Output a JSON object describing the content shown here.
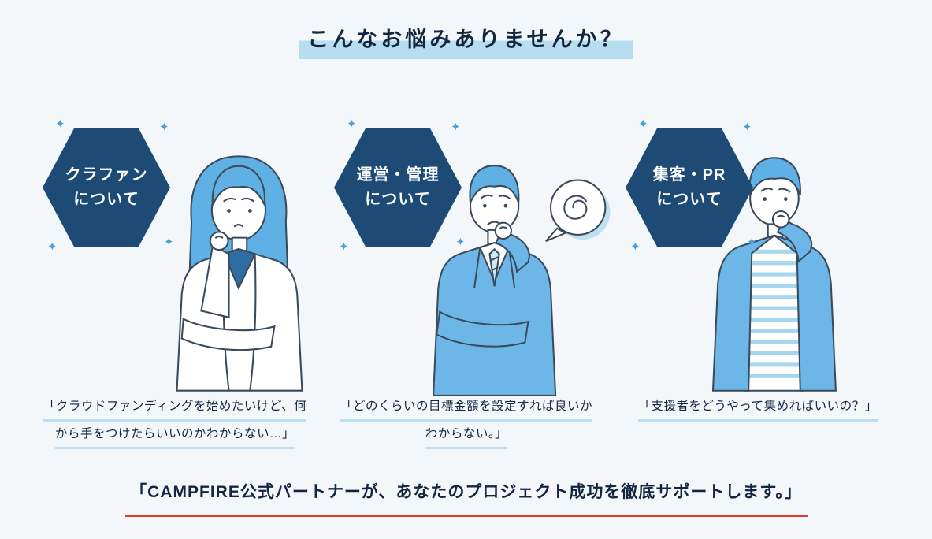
{
  "page": {
    "title": "こんなお悩みありませんか？",
    "footer_text": "「CAMPFIRE公式パートナーが、あなたのプロジェクト成功を徹底サポートします。」"
  },
  "icons": {
    "sparkle": "✦"
  },
  "colors": {
    "background": "#f3f7fa",
    "title_highlight": "#b7ddf0",
    "hexagon_navy": "#1d4b76",
    "text_navy": "#142540",
    "caption_underline": "#b9dff1",
    "footer_underline_red": "#e23b2e",
    "sparkle_blue": "#4a9fd6",
    "illustration_blue": "#6db7e8"
  },
  "cards": [
    {
      "badge": {
        "line1": "クラファン",
        "line2": "について"
      },
      "illustration": "worried-woman",
      "caption": {
        "line1": "「クラウドファンディングを始めたいけど、何",
        "line2": "から手をつけたらいいのかわからない…」"
      }
    },
    {
      "badge": {
        "line1": "運営・管理",
        "line2": "について"
      },
      "illustration": "thinking-man-with-speech-bubble",
      "caption": {
        "line1": "「どのくらいの目標金額を設定すれば良いか",
        "line2": "わからない。」"
      }
    },
    {
      "badge": {
        "line1": "集客・PR",
        "line2": "について"
      },
      "illustration": "puzzled-man",
      "caption": {
        "line1": "「支援者をどうやって集めればいいの？」",
        "line2": ""
      }
    }
  ]
}
